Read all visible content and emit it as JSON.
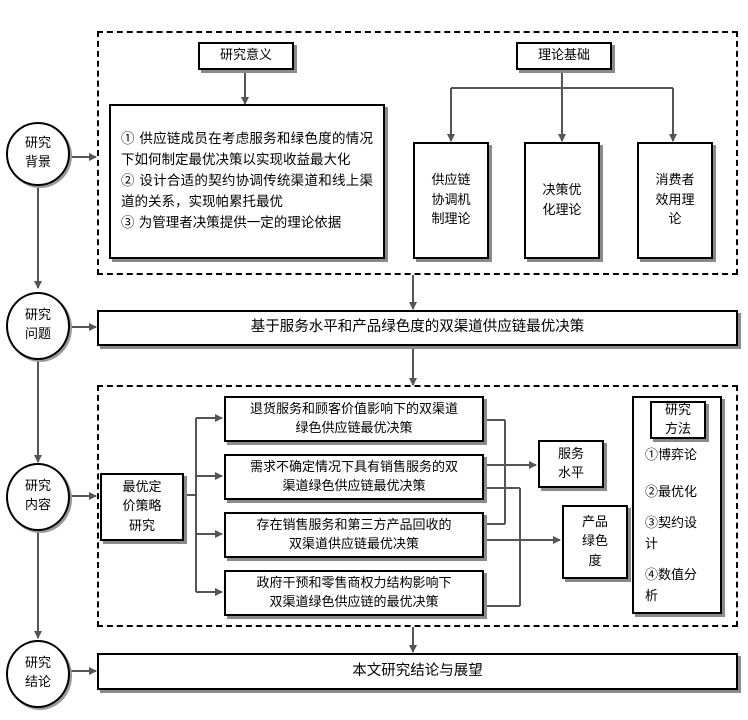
{
  "stages": [
    {
      "label": "研究\n背景"
    },
    {
      "label": "研究\n问题"
    },
    {
      "label": "研究\n内容"
    },
    {
      "label": "研究\n结论"
    }
  ],
  "background": {
    "significance_title": "研究意义",
    "significance_text": "① 供应链成员在考虑服务和绿色度的情况下如何制定最优决策以实现收益最大化\n② 设计合适的契约协调传统渠道和线上渠道的关系，实现帕累托最优\n③ 为管理者决策提供一定的理论依据",
    "theory_title": "理论基础",
    "theories": [
      "供应链\n协调机\n制理论",
      "决策优\n化理论",
      "消费者\n效用理\n论"
    ]
  },
  "problem": {
    "text": "基于服务水平和产品绿色度的双渠道供应链最优决策"
  },
  "content": {
    "pricing": "最优定\n价策略\n研究",
    "topics": [
      "退货服务和顾客价值影响下的双渠道\n绿色供应链最优决策",
      "需求不确定情况下具有销售服务的双\n渠道绿色供应链最优决策",
      "存在销售服务和第三方产品回收的\n双渠道供应链最优决策",
      "政府干预和零售商权力结构影响下\n双渠道绿色供应链的最优决策"
    ],
    "service_level": "服务\n水平",
    "greenness": "产品\n绿色\n度",
    "methods_title": "研究\n方法",
    "methods": [
      "①博弈论",
      "②最优化",
      "③契约设\n计",
      "④数值分\n析"
    ]
  },
  "conclusion": {
    "text": "本文研究结论与展望"
  }
}
